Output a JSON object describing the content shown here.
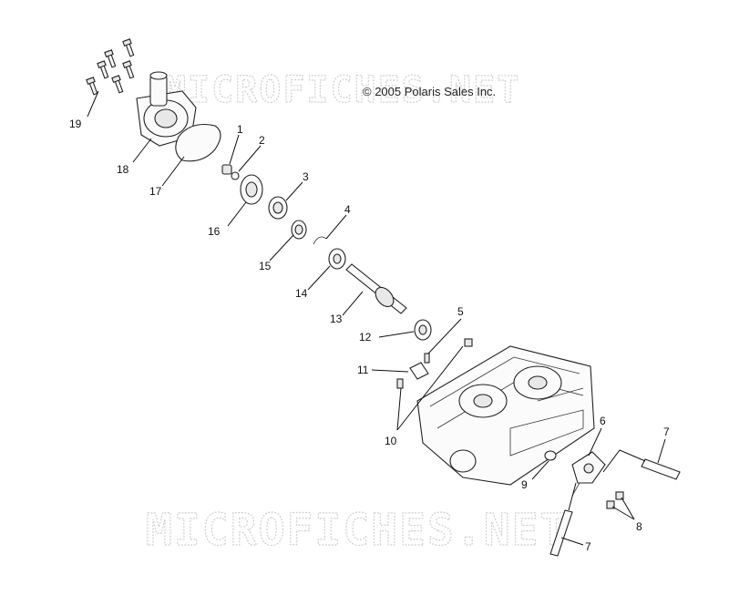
{
  "watermarks": {
    "top": "MICROFICHES.NET",
    "bottom": "MICROFICHES.NET"
  },
  "copyright": "© 2005 Polaris Sales Inc.",
  "callouts": [
    "1",
    "2",
    "3",
    "4",
    "5",
    "6",
    "7",
    "7",
    "8",
    "9",
    "10",
    "11",
    "12",
    "13",
    "14",
    "15",
    "16",
    "17",
    "18",
    "19"
  ]
}
